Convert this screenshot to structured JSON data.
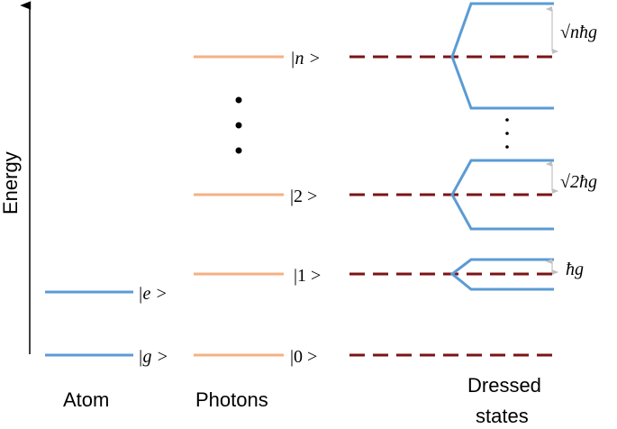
{
  "axis": {
    "label": "Energy"
  },
  "columns": {
    "atom": "Atom",
    "photons": "Photons",
    "dressed_line1": "Dressed",
    "dressed_line2": "states"
  },
  "atom_levels": [
    {
      "name": "e",
      "label": "|e >"
    },
    {
      "name": "g",
      "label": "|g >"
    }
  ],
  "photon_levels": [
    {
      "name": "n",
      "label": "|n >"
    },
    {
      "name": "2",
      "label": "|2 >"
    },
    {
      "name": "1",
      "label": "|1 >"
    },
    {
      "name": "0",
      "label": "|0 >"
    }
  ],
  "splittings": [
    {
      "level": "n",
      "label": "√nħg"
    },
    {
      "level": "2",
      "label": "√2ħg"
    },
    {
      "level": "1",
      "label": "ħg"
    }
  ],
  "colors": {
    "atom_line": "#5b9bd5",
    "photon_line": "#f4b183",
    "dashed_line": "#7b1416",
    "dressed_line": "#5b9bd5",
    "gap_arrow": "#c0c0c0",
    "axis": "#000000"
  }
}
